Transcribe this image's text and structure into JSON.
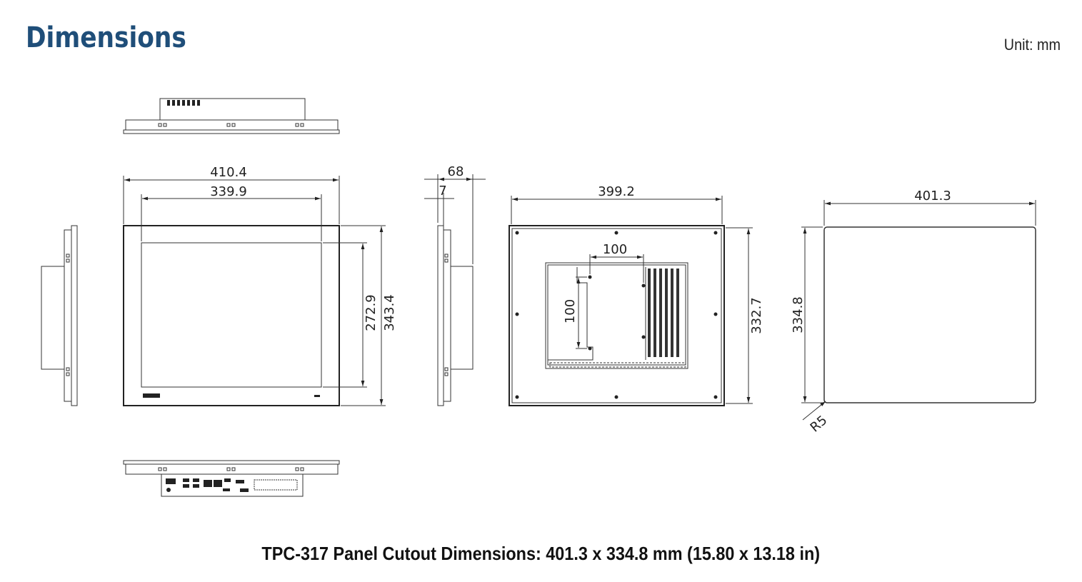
{
  "header": {
    "title": "Dimensions",
    "unit": "Unit: mm"
  },
  "caption": "TPC-317 Panel Cutout Dimensions: 401.3 x 334.8 mm (15.80 x 13.18 in)",
  "dimensions": {
    "front_width_outer": "410.4",
    "front_width_inner": "339.9",
    "front_height_inner": "272.9",
    "front_height_outer": "343.4",
    "side_depth": "68",
    "side_bezel": "7",
    "rear_width": "399.2",
    "rear_height": "332.7",
    "vesa_horizontal": "100",
    "vesa_vertical": "100",
    "cutout_width": "401.3",
    "cutout_height": "334.8",
    "corner_radius": "R5"
  }
}
